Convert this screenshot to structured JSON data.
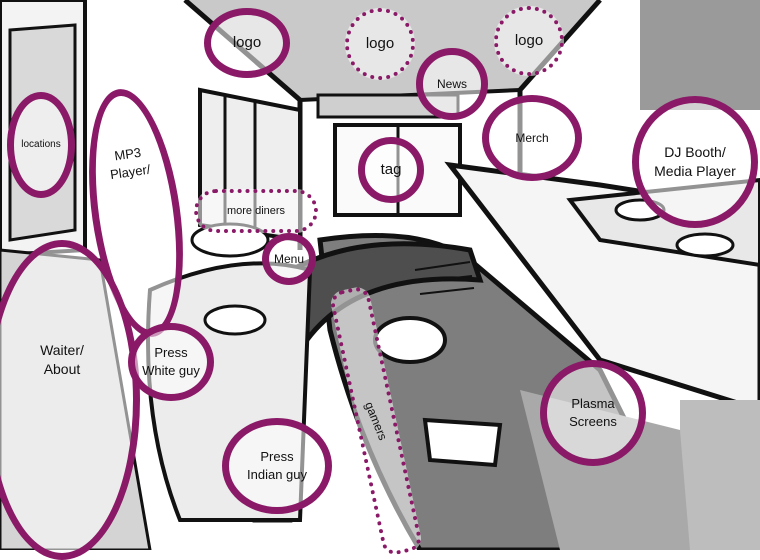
{
  "colors": {
    "accent": "#8a1a67",
    "line": "#111111",
    "grey_light": "#dcdcdc",
    "grey_mid": "#a9a9a9",
    "grey_dark": "#7d7d7d"
  },
  "hotspots": {
    "logo_1": "logo",
    "logo_2": "logo",
    "logo_3": "logo",
    "news": "News",
    "merch": "Merch",
    "locations": "locations",
    "mp3_player": "MP3\nPlayer/",
    "tag": "tag",
    "dj_booth": "DJ Booth/\nMedia Player",
    "more_diners": "more diners",
    "menu": "Menu",
    "waiter_about": "Waiter/\nAbout",
    "press_white_guy": "Press\nWhite guy",
    "gamers": "gamers",
    "plasma_screens": "Plasma\nScreens",
    "press_indian_guy": "Press\nIndian guy"
  }
}
